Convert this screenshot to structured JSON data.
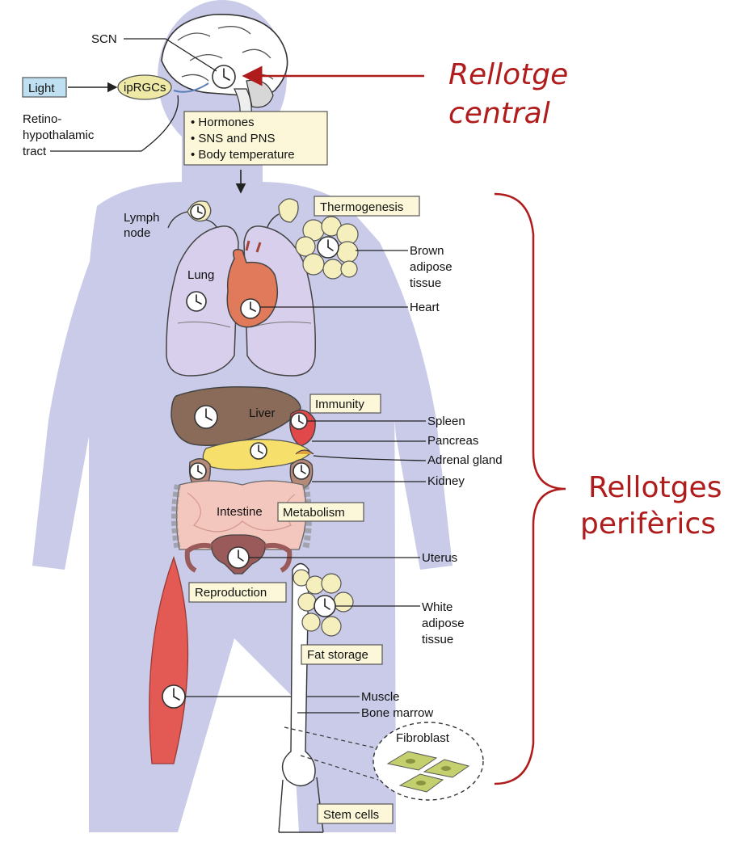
{
  "labels": {
    "scn": "SCN",
    "light": "Light",
    "iprgcs": "ipRGCs",
    "retino1": "Retino-",
    "retino2": "hypothalamic",
    "retino3": "tract",
    "output1": "• Hormones",
    "output2": "• SNS and PNS",
    "output3": "• Body temperature",
    "lymph1": "Lymph",
    "lymph2": "node",
    "thermogenesis": "Thermogenesis",
    "bat1": "Brown",
    "bat2": "adipose",
    "bat3": "tissue",
    "lung": "Lung",
    "heart": "Heart",
    "liver": "Liver",
    "immunity": "Immunity",
    "spleen": "Spleen",
    "pancreas": "Pancreas",
    "adrenal": "Adrenal gland",
    "kidney": "Kidney",
    "intestine": "Intestine",
    "metabolism": "Metabolism",
    "uterus": "Uterus",
    "reproduction": "Reproduction",
    "wat1": "White",
    "wat2": "adipose",
    "wat3": "tissue",
    "fat_storage": "Fat storage",
    "muscle": "Muscle",
    "bone_marrow": "Bone marrow",
    "fibroblast": "Fibroblast",
    "stem_cells": "Stem cells"
  },
  "annotations": {
    "central1": "Rellotge",
    "central2": "central",
    "peripheral1": "Rellotges",
    "peripheral2": "perifèrics"
  },
  "colors": {
    "body": "#c9cbe8",
    "annotation": "#b01c1c",
    "box_fill": "#fbf7d8",
    "light_box": "#bfe0f0",
    "iprgcs": "#eeeaa6",
    "lung": "#d8cfec",
    "heart": "#e07a5a",
    "liver": "#8a6a58",
    "spleen": "#e0484a",
    "pancreas": "#f6df6a",
    "intestine": "#f4c7be",
    "uterus": "#9b5a5a",
    "muscle": "#e35a54",
    "fat": "#f5efbe",
    "bone": "#ffffff"
  },
  "icons": {
    "clock": "clock-icon"
  }
}
